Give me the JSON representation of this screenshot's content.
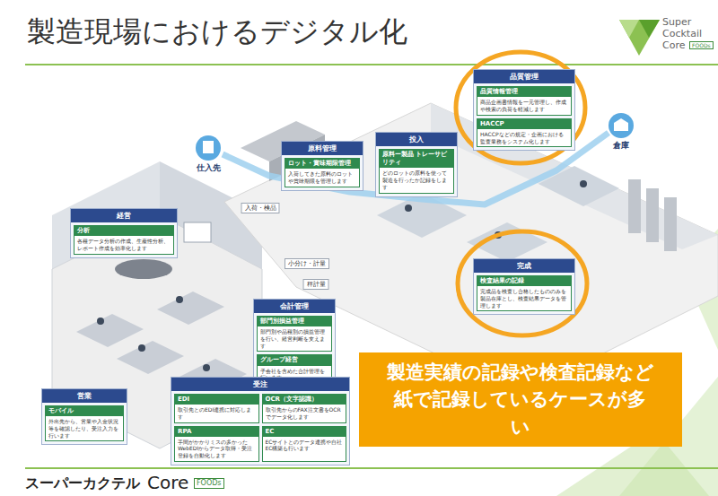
{
  "diagram": {
    "title": "製造現場におけるデジタル化",
    "nodes": [
      {
        "text": [
          "品質管理"
        ]
      },
      {
        "text": [
          "品質情報管理",
          "商品企画書情報を一元管理し、作成や検索の負荷を軽減します"
        ],
        "in": 0
      },
      {
        "text": [
          "HACCP",
          "HACCPなどの規定・企画における監査業務をシステム化します"
        ],
        "in": 0
      },
      {
        "text": [
          "原料管理"
        ]
      },
      {
        "text": [
          "ロット・賞味期限管理",
          "入荷してきた原料のロットや賞味期限を管理します"
        ],
        "in": 3
      },
      {
        "text": [
          "投入"
        ]
      },
      {
        "text": [
          "原料ー製品 トレーサビリティ",
          "どのロットの原料を使って製造を行ったか記録をします"
        ],
        "in": 5
      },
      {
        "text": [
          "経営"
        ]
      },
      {
        "text": [
          "分析",
          "各種データ分析の作成、生産性分析、レポート作成を効率化します"
        ],
        "in": 7
      },
      {
        "text": [
          "完成"
        ]
      },
      {
        "text": [
          "検査結果の記録",
          "完成品を検査し合格したもののみを製品在庫とし、検査結果データを管理します"
        ],
        "in": 9
      },
      {
        "text": [
          "会計管理"
        ]
      },
      {
        "text": [
          "部門別損益管理",
          "部門別や品種別の損益管理を行い、経営判断を支えます"
        ],
        "in": 11
      },
      {
        "text": [
          "グループ経営",
          "子会社を含めた合計管理を行います"
        ],
        "in": 11
      },
      {
        "text": [
          "製造実績の記録や検査記録など 紙で記録しているケースが多い"
        ]
      },
      {
        "text": [
          "営業"
        ]
      },
      {
        "text": [
          "モバイル",
          "外出先から、営業や入金状況等を確認したり、受注入力を行います"
        ],
        "in": 15
      },
      {
        "text": [
          "受注"
        ]
      },
      {
        "text": [
          "EDI",
          "取引先とのEDI連携に対応します"
        ],
        "in": 17
      },
      {
        "text": [
          "OCR（文字認識）",
          "取引先からのFAX注文書をOCRでデータ化します"
        ],
        "in": 17
      },
      {
        "text": [
          "RPA",
          "手間がかかりミスの多かったWebEDIからデータ取得・受注登録を自動化します"
        ],
        "in": 17
      },
      {
        "text": [
          "EC",
          "ECサイトとのデータ連携や自社EC構築も行います"
        ],
        "in": 17
      }
    ],
    "labels": [
      "Super",
      "Cocktail",
      "Core",
      "FOODs",
      "仕入先",
      "倉庫",
      "入荷・検品",
      "小分け・計量",
      "秤計量",
      "スーパーカクテル",
      "Core",
      "FOODs"
    ]
  }
}
